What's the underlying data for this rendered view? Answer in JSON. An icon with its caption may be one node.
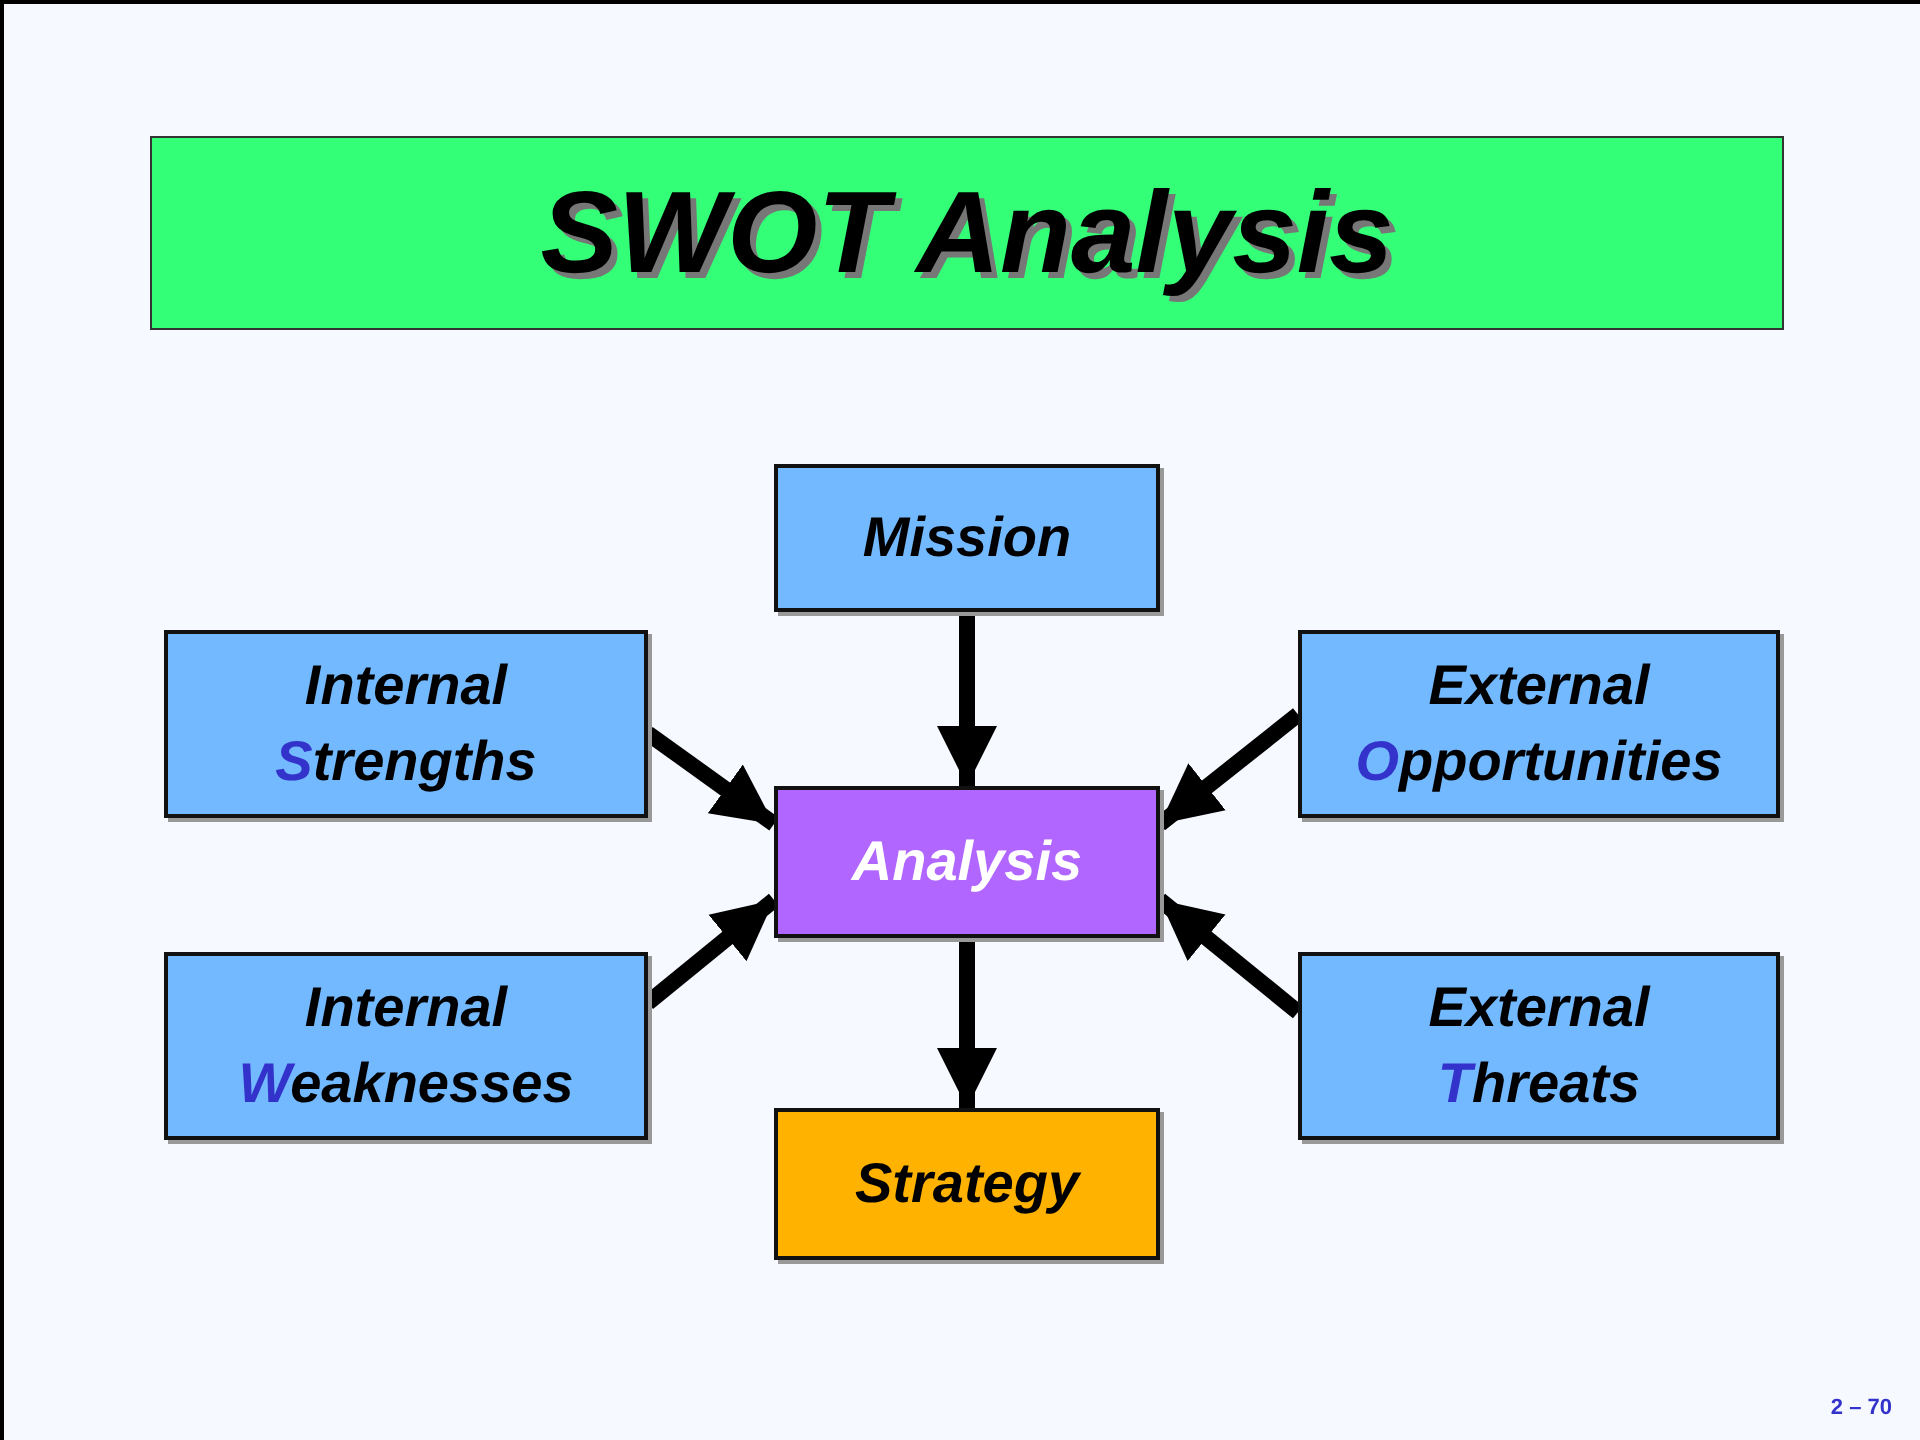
{
  "diagram": {
    "title": "SWOT Analysis",
    "nodes": [
      {
        "text": [
          "Mission"
        ]
      },
      {
        "text": [
          "Internal",
          "Strengths"
        ]
      },
      {
        "text": [
          "External",
          "Opportunities"
        ]
      },
      {
        "text": [
          "Analysis"
        ]
      },
      {
        "text": [
          "Internal",
          "Weaknesses"
        ]
      },
      {
        "text": [
          "External",
          "Threats"
        ]
      },
      {
        "text": [
          "Strategy"
        ]
      }
    ],
    "edges": [
      {
        "from": 0,
        "to": 3,
        "arrow": "to"
      },
      {
        "from": 1,
        "to": 3,
        "arrow": "to"
      },
      {
        "from": 2,
        "to": 3,
        "arrow": "to"
      },
      {
        "from": 4,
        "to": 3,
        "arrow": "to"
      },
      {
        "from": 5,
        "to": 3,
        "arrow": "to"
      },
      {
        "from": 3,
        "to": 6,
        "arrow": "to"
      }
    ],
    "labels": [
      "2 – 70"
    ]
  }
}
